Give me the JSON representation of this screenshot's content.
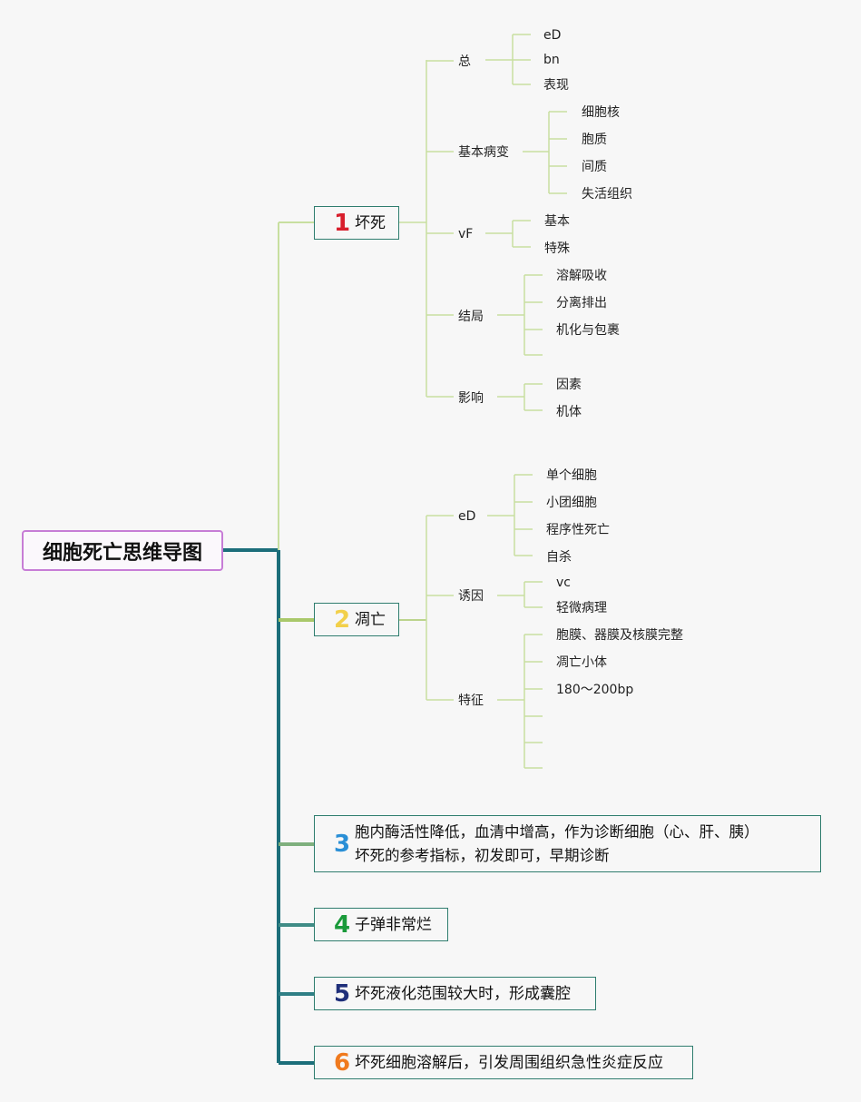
{
  "root": {
    "title": "细胞死亡思维导图"
  },
  "main_colors": {
    "root_border": "#c77dd6",
    "trunk": "#1c6e7a",
    "box_border": "#2f7d6e",
    "light_line": "#c8dfa0"
  },
  "branches": [
    {
      "num": "1",
      "num_color": "#d81e2c",
      "label": "坏死"
    },
    {
      "num": "2",
      "num_color": "#f2d04a",
      "label": "凋亡"
    },
    {
      "num": "3",
      "num_color": "#2a8fd6",
      "label": "胞内酶活性降低，血清中增高，作为诊断细胞（心、肝、胰）",
      "label2": "坏死的参考指标，初发即可，早期诊断"
    },
    {
      "num": "4",
      "num_color": "#1a9a3a",
      "label": "子弹非常烂"
    },
    {
      "num": "5",
      "num_color": "#1f2f7a",
      "label": "坏死液化范围较大时，形成囊腔"
    },
    {
      "num": "6",
      "num_color": "#f07a1e",
      "label": "坏死细胞溶解后，引发周围组织急性炎症反应"
    }
  ],
  "necrosis": {
    "subs": [
      {
        "label": "总",
        "children": [
          "eD",
          "bn",
          "表现"
        ]
      },
      {
        "label": "基本病变",
        "children": [
          "细胞核",
          "胞质",
          "间质",
          "失活组织"
        ]
      },
      {
        "label": "vF",
        "children": [
          "基本",
          "特殊"
        ]
      },
      {
        "label": "结局",
        "children": [
          "溶解吸收",
          "分离排出",
          "机化与包裹",
          ""
        ]
      },
      {
        "label": "影响",
        "children": [
          "因素",
          "机体"
        ]
      }
    ]
  },
  "apoptosis": {
    "subs": [
      {
        "label": "eD",
        "children": [
          "单个细胞",
          "小团细胞",
          "程序性死亡",
          "自杀"
        ]
      },
      {
        "label": "诱因",
        "children": [
          "vc",
          "轻微病理"
        ]
      },
      {
        "label": "特征",
        "children": [
          "胞膜、器膜及核膜完整",
          "凋亡小体",
          "180～200bp",
          "",
          "",
          ""
        ]
      }
    ]
  }
}
